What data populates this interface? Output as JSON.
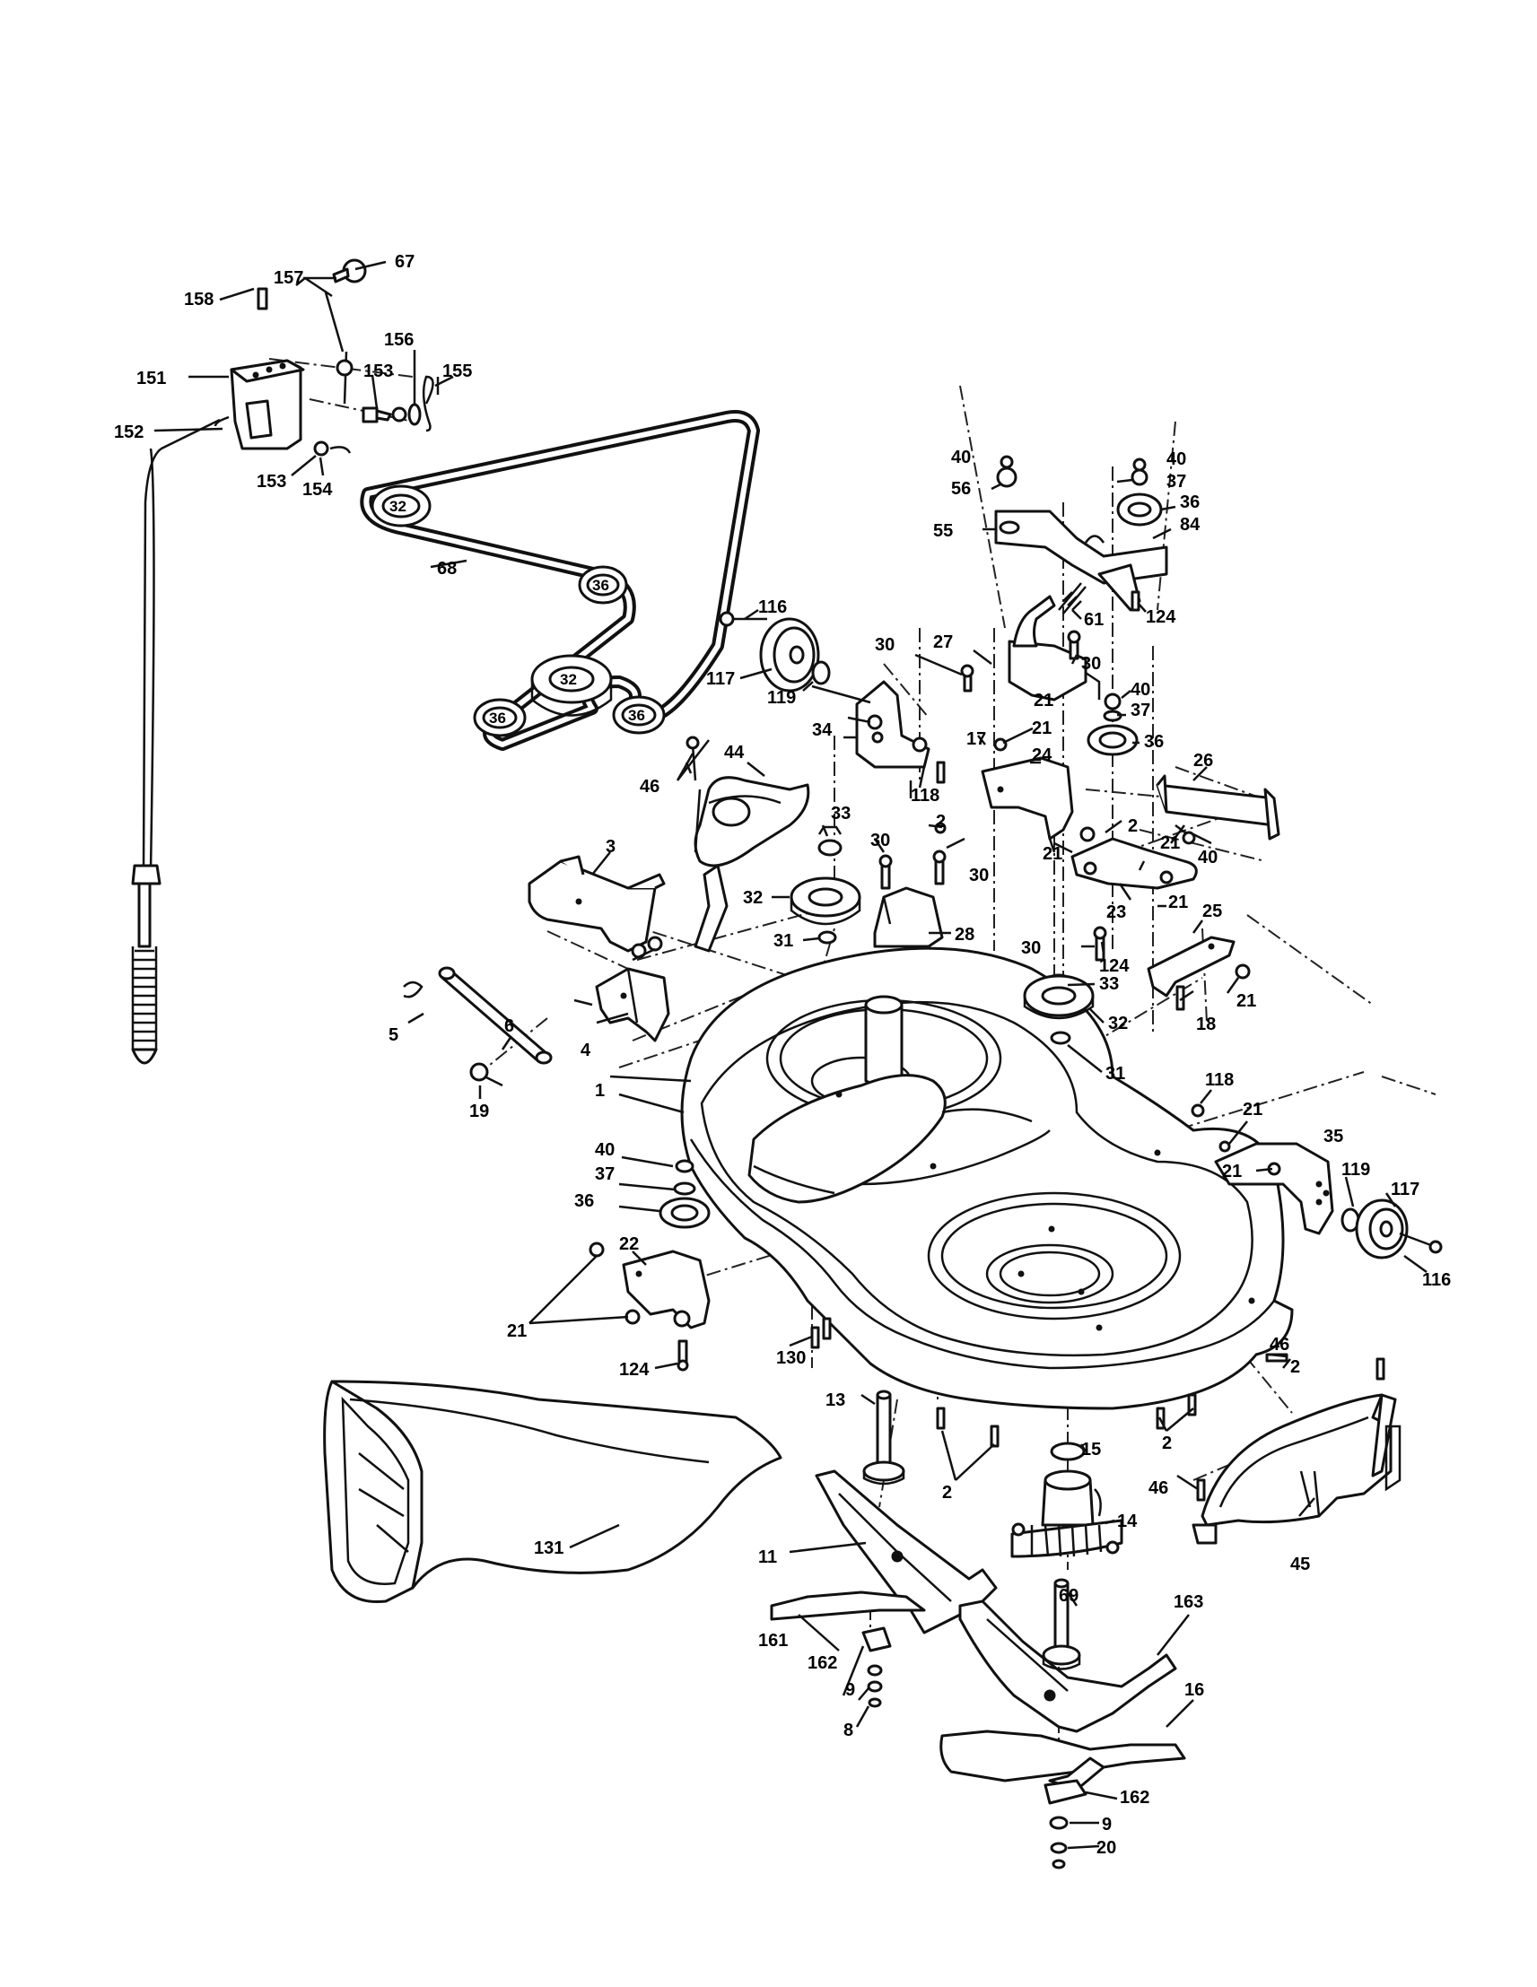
{
  "part_numbers": [
    "67",
    "157",
    "158",
    "156",
    "155",
    "153",
    "151",
    "152",
    "153",
    "154",
    "32",
    "68",
    "36",
    "32",
    "36",
    "36",
    "116",
    "117",
    "119",
    "30",
    "27",
    "30",
    "61",
    "40",
    "56",
    "55",
    "40",
    "37",
    "36",
    "84",
    "124",
    "21",
    "34",
    "118",
    "17",
    "21",
    "40",
    "37",
    "36",
    "24",
    "26",
    "46",
    "44",
    "33",
    "2",
    "2",
    "21",
    "40",
    "21",
    "3",
    "30",
    "30",
    "32",
    "28",
    "23",
    "21",
    "25",
    "31",
    "30",
    "124",
    "21",
    "33",
    "32",
    "6",
    "5",
    "4",
    "19",
    "18",
    "31",
    "1",
    "118",
    "21",
    "35",
    "21",
    "119",
    "117",
    "40",
    "37",
    "36",
    "22",
    "116",
    "21",
    "124",
    "130",
    "46",
    "2",
    "13",
    "15",
    "2",
    "2",
    "46",
    "14",
    "131",
    "11",
    "45",
    "69",
    "163",
    "161",
    "162",
    "9",
    "8",
    "16",
    "162",
    "9",
    "20"
  ]
}
